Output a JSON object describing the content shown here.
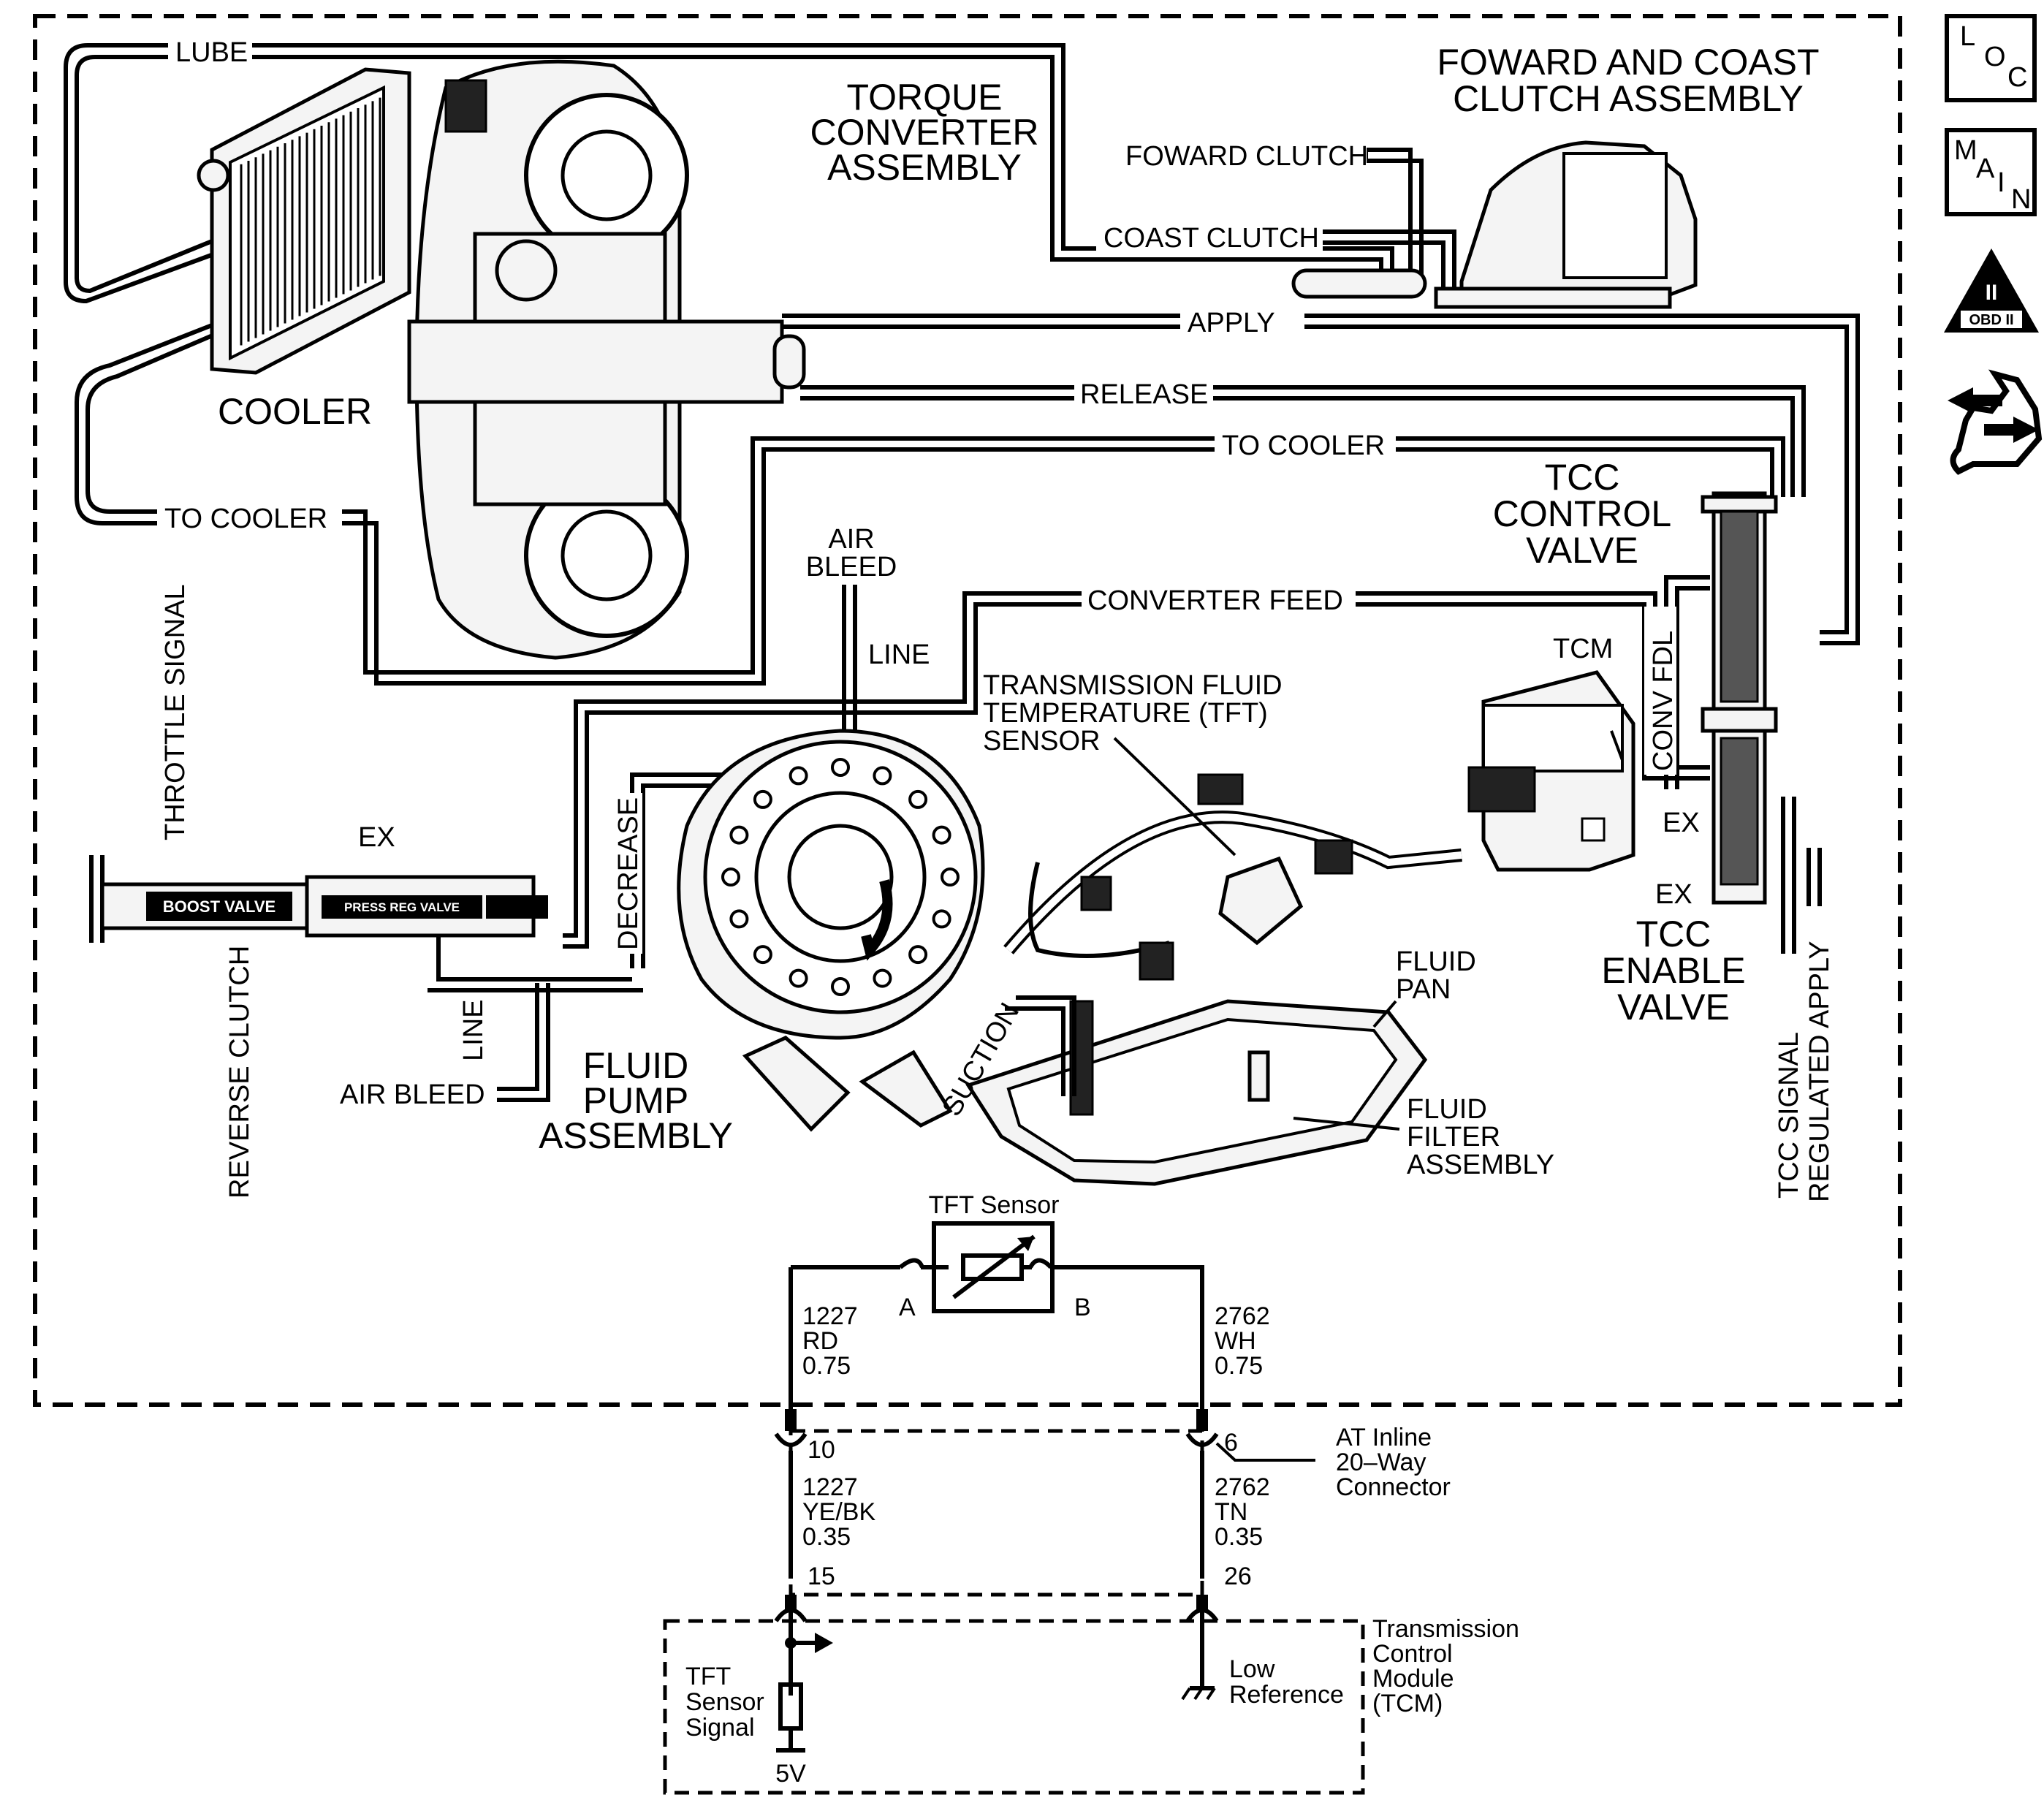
{
  "sidebar": {
    "loc_letters": [
      "L",
      "O",
      "C"
    ],
    "main_letters": [
      "M",
      "A",
      "I",
      "N"
    ],
    "obd_numeral": "II",
    "obd_text": "OBD II"
  },
  "components": {
    "torque_converter": [
      "TORQUE",
      "CONVERTER",
      "ASSEMBLY"
    ],
    "forward_coast": [
      "FOWARD AND COAST",
      "CLUTCH ASSEMBLY"
    ],
    "cooler": "COOLER",
    "tcc_control": [
      "TCC",
      "CONTROL",
      "VALVE"
    ],
    "tcc_enable": [
      "TCC",
      "ENABLE",
      "VALVE"
    ],
    "fluid_pump": [
      "FLUID",
      "PUMP",
      "ASSEMBLY"
    ],
    "tft_sensor": [
      "TRANSMISSION FLUID",
      "TEMPERATURE (TFT)",
      "SENSOR"
    ],
    "tcm": "TCM",
    "fluid_pan": [
      "FLUID",
      "PAN"
    ],
    "fluid_filter": [
      "FLUID",
      "FILTER",
      "ASSEMBLY"
    ],
    "boost_valve": "BOOST VALVE",
    "press_reg_valve": "PRESS REG VALVE"
  },
  "circuits": {
    "lube": "LUBE",
    "foward_clutch": "FOWARD CLUTCH",
    "coast_clutch": "COAST CLUTCH",
    "apply": "APPLY",
    "release": "RELEASE",
    "to_cooler_right": "TO COOLER",
    "to_cooler_left": "TO COOLER",
    "converter_feed": "CONVERTER FEED",
    "air_bleed_top": [
      "AIR",
      "BLEED"
    ],
    "line_top": "LINE",
    "throttle_signal": "THROTTLE SIGNAL",
    "reverse_clutch": "REVERSE CLUTCH",
    "ex_left": "EX",
    "decrease": "DECREASE",
    "line_bottom": "LINE",
    "air_bleed_bottom": "AIR BLEED",
    "suction": "SUCTION",
    "conv_fdl": "CONV FDL",
    "ex_right_1": "EX",
    "ex_right_2": "EX",
    "tcc_signal": "TCC SIGNAL",
    "regulated_apply": "REGULATED APPLY"
  },
  "schematic": {
    "sensor_title": "TFT Sensor",
    "pin_a": "A",
    "pin_b": "B",
    "wire_left_top": [
      "1227",
      "RD",
      "0.75"
    ],
    "wire_right_top": [
      "2762",
      "WH",
      "0.75"
    ],
    "pin_10": "10",
    "pin_6": "6",
    "connector": [
      "AT Inline",
      "20–Way",
      "Connector"
    ],
    "wire_left_bottom": [
      "1227",
      "YE/BK",
      "0.35"
    ],
    "wire_right_bottom": [
      "2762",
      "TN",
      "0.35"
    ],
    "pin_15": "15",
    "pin_26": "26",
    "tft_signal": [
      "TFT",
      "Sensor",
      "Signal"
    ],
    "low_reference": [
      "Low",
      "Reference"
    ],
    "module": [
      "Transmission",
      "Control",
      "Module",
      "(TCM)"
    ],
    "voltage": "5V"
  }
}
